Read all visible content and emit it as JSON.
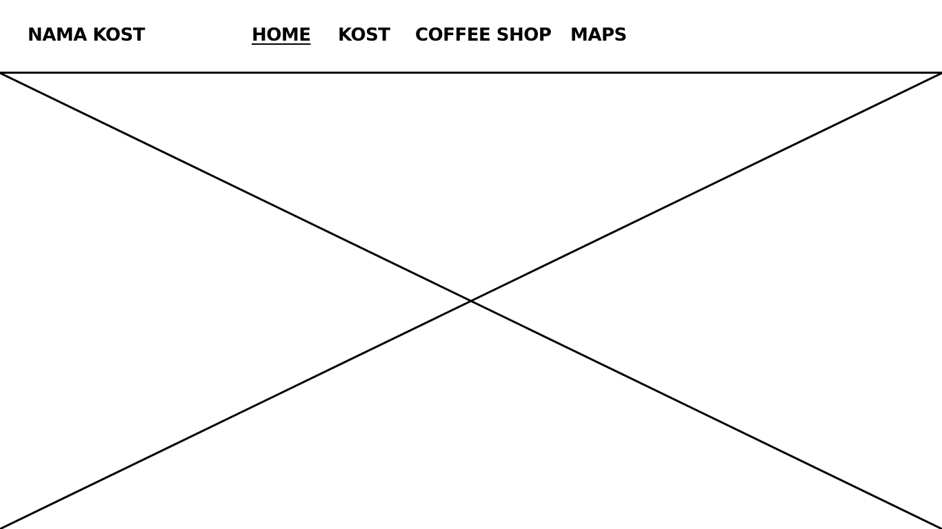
{
  "header": {
    "brand": "NAMA KOST",
    "nav": [
      {
        "label": "HOME",
        "active": true
      },
      {
        "label": "KOST",
        "active": false
      },
      {
        "label": "COFFEE SHOP",
        "active": false
      },
      {
        "label": "MAPS",
        "active": false
      }
    ]
  },
  "hero": {
    "placeholder_icon": "image-placeholder-cross",
    "stroke_color": "#000000"
  }
}
